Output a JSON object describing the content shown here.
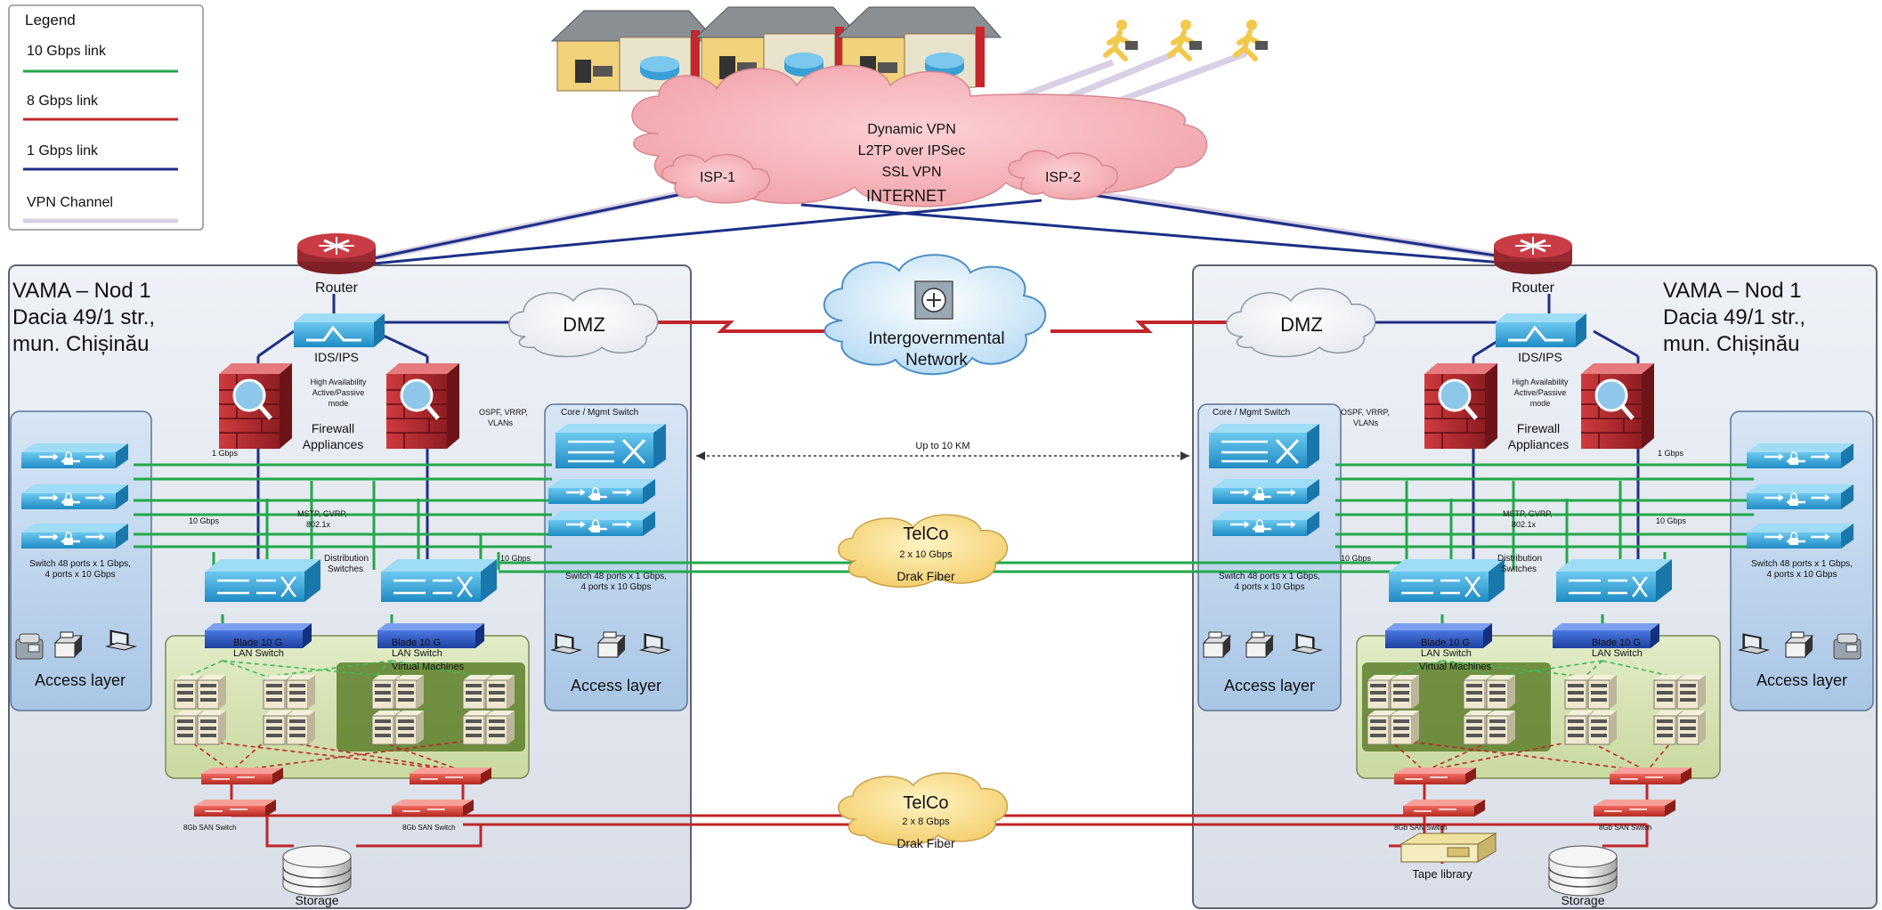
{
  "legend": {
    "title": "Legend",
    "items": [
      {
        "label": "10 Gbps link",
        "color": "#22a84a"
      },
      {
        "label": "8 Gbps link",
        "color": "#c0262a"
      },
      {
        "label": "1 Gbps link",
        "color": "#1d2f86"
      },
      {
        "label": "VPN Channel",
        "color": "#d8d0e4"
      }
    ]
  },
  "internet": {
    "vpn_lines": [
      "Dynamic VPN",
      "L2TP over IPSec",
      "SSL VPN"
    ],
    "label": "INTERNET",
    "isp1": "ISP-1",
    "isp2": "ISP-2"
  },
  "center": {
    "intergov_line1": "Intergovernmental",
    "intergov_line2": "Network",
    "distance": "Up to 10 KM",
    "telco1": {
      "title": "TelCo",
      "sub": "2 x 10 Gbps",
      "fiber": "Drak Fiber"
    },
    "telco2": {
      "title": "TelCo",
      "sub": "2 x 8 Gbps",
      "fiber": "Drak Fiber"
    }
  },
  "site": {
    "title1": "VAMA – Nod 1",
    "title2": "Dacia 49/1 str.,",
    "title3": "mun. Chișinău",
    "router": "Router",
    "dmz": "DMZ",
    "ids": "IDS/IPS",
    "ha1": "High Availability",
    "ha2": "Active/Passive",
    "ha3": "mode",
    "fw1": "Firewall",
    "fw2": "Appliances",
    "gbps1": "1 Gbps",
    "gbps10": "10 Gbps",
    "ospf1": "OSPF, VRRP,",
    "ospf2": "VLANs",
    "mstp1": "MSTP, GVRP,",
    "mstp2": "802.1x",
    "core": "Core / Mgmt Switch",
    "switch1": "Switch 48 ports x 1 Gbps,",
    "switch2": "4 ports x 10 Gbps",
    "dist1": "Distribution",
    "dist2": "Switches",
    "blade1": "Blade 10 G",
    "blade2": "LAN Switch",
    "virtual": "Virtual Machines",
    "access": "Access layer",
    "storage": "Storage",
    "san": "8Gb SAN Switch",
    "tape": "Tape library"
  },
  "colors": {
    "green": "#22a84a",
    "red": "#c0262a",
    "blue": "#1d2f86",
    "vpn": "#d8d0e4",
    "cloud_pink": "#f7b7bd",
    "cloud_blue": "#cfe6f7",
    "cloud_yellow": "#f9dc8a",
    "switch": "#35a9dc",
    "blade": "#2f5ec8",
    "san": "#d93a34",
    "router": "#b5323c",
    "panel": "#e2e6ee",
    "vm_green": "#5d7f2a"
  }
}
